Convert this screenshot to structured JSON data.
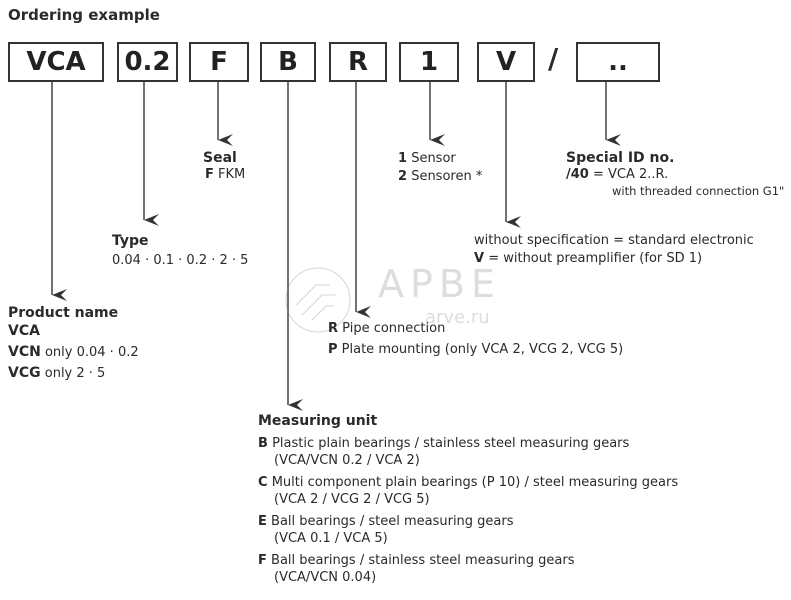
{
  "title": "Ordering example",
  "code": [
    "VCA",
    "0.2",
    "F",
    "B",
    "R",
    "1",
    "V",
    "/",
    ".."
  ],
  "seal": {
    "heading": "Seal",
    "code": "F",
    "label": "FKM"
  },
  "sensor": {
    "items": [
      {
        "code": "1",
        "label": "Sensor"
      },
      {
        "code": "2",
        "label": "Sensoren *"
      }
    ]
  },
  "special": {
    "heading": "Special ID no.",
    "code": "/40",
    "label": "= VCA 2..R.",
    "note": "with threaded connection G1\""
  },
  "type": {
    "heading": "Type",
    "values": "0.04 · 0.1 · 0.2 · 2 · 5"
  },
  "electronic": {
    "line1": "without specification = standard electronic",
    "code": "V",
    "label": "= without preamplifier (for SD 1)"
  },
  "connection": {
    "items": [
      {
        "code": "R",
        "label": "Pipe connection"
      },
      {
        "code": "P",
        "label": "Plate mounting (only VCA 2, VCG 2, VCG 5)"
      }
    ]
  },
  "product": {
    "heading": "Product name",
    "items": [
      {
        "code": "VCA",
        "label": ""
      },
      {
        "code": "VCN",
        "label": "only 0.04 · 0.2"
      },
      {
        "code": "VCG",
        "label": "only 2 · 5"
      }
    ]
  },
  "measuring": {
    "heading": "Measuring unit",
    "items": [
      {
        "code": "B",
        "label": "Plastic plain bearings / stainless steel measuring gears",
        "sub": "(VCA/VCN 0.2 / VCA 2)"
      },
      {
        "code": "C",
        "label": "Multi component plain bearings (P 10) / steel measuring gears",
        "sub": "(VCA 2 / VCG 2 / VCG 5)"
      },
      {
        "code": "E",
        "label": "Ball bearings / steel measuring gears",
        "sub": "(VCA 0.1 / VCA 5)"
      },
      {
        "code": "F",
        "label": "Ball bearings / stainless steel measuring gears",
        "sub": "(VCA/VCN 0.04)"
      }
    ]
  },
  "watermark": {
    "name": "АРВЕ",
    "url": "arve.ru"
  }
}
